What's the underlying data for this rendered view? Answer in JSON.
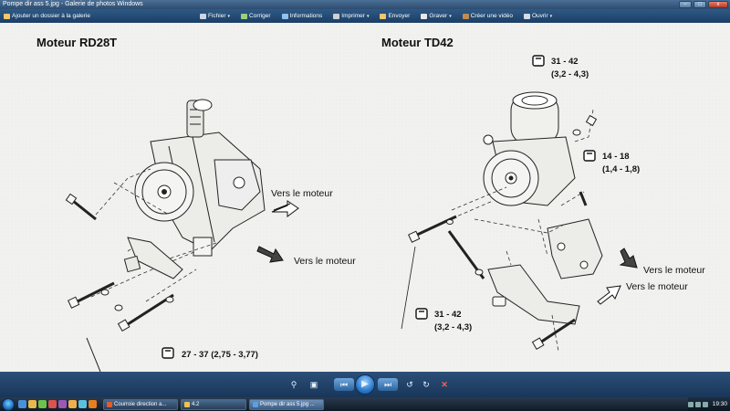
{
  "window": {
    "title": "Pompe dir ass 5.jpg - Galerie de photos Windows"
  },
  "menubar": {
    "add_to_gallery": "Ajouter un dossier à la galerie",
    "items": [
      "Fichier",
      "Corriger",
      "Informations",
      "Imprimer",
      "Envoyer",
      "Graver",
      "Créer une vidéo",
      "Ouvrir"
    ],
    "has_menu": [
      true,
      false,
      false,
      true,
      false,
      true,
      false,
      true
    ],
    "icon_colors": [
      "#c9d6e6",
      "#9bd07a",
      "#8fc0f0",
      "#d0d0d0",
      "#f2c66a",
      "#e8e8e8",
      "#c08a50",
      "#d7dce5"
    ]
  },
  "diagram": {
    "left": {
      "title": "Moteur RD28T",
      "arrow1_label": "Vers le moteur",
      "arrow2_label": "Vers le moteur",
      "torque": "27 - 37 (2,75 - 3,77)"
    },
    "right": {
      "title": "Moteur TD42",
      "torque_top_a": "31 - 42",
      "torque_top_b": "(3,2 - 4,3)",
      "torque_mid_a": "14 - 18",
      "torque_mid_b": "(1,4 - 1,8)",
      "torque_bot_a": "31 - 42",
      "torque_bot_b": "(3,2 - 4,3)",
      "arrow1_label": "Vers le moteur",
      "arrow2_label": "Vers le moteur"
    }
  },
  "controls": {
    "zoom": "⚲",
    "fit": "▣",
    "prev": "⏮",
    "slideshow": "▶",
    "next": "⏭",
    "rotate_left": "↺",
    "rotate_right": "↻",
    "delete": "✕"
  },
  "taskbar": {
    "tasks": [
      {
        "label": "Courroie direction a...",
        "color": "#e55a2b",
        "active": false
      },
      {
        "label": "4.2",
        "color": "#f2c14e",
        "active": false
      },
      {
        "label": "Pompe dir ass 5.jpg ...",
        "color": "#5aa0e0",
        "active": true
      }
    ],
    "clock": "19:30",
    "quicklaunch_colors": [
      "#4a90d9",
      "#e8b84a",
      "#6cc24a",
      "#d9534f",
      "#9b59b6",
      "#f0ad4e",
      "#5bc0de",
      "#e67e22"
    ]
  }
}
